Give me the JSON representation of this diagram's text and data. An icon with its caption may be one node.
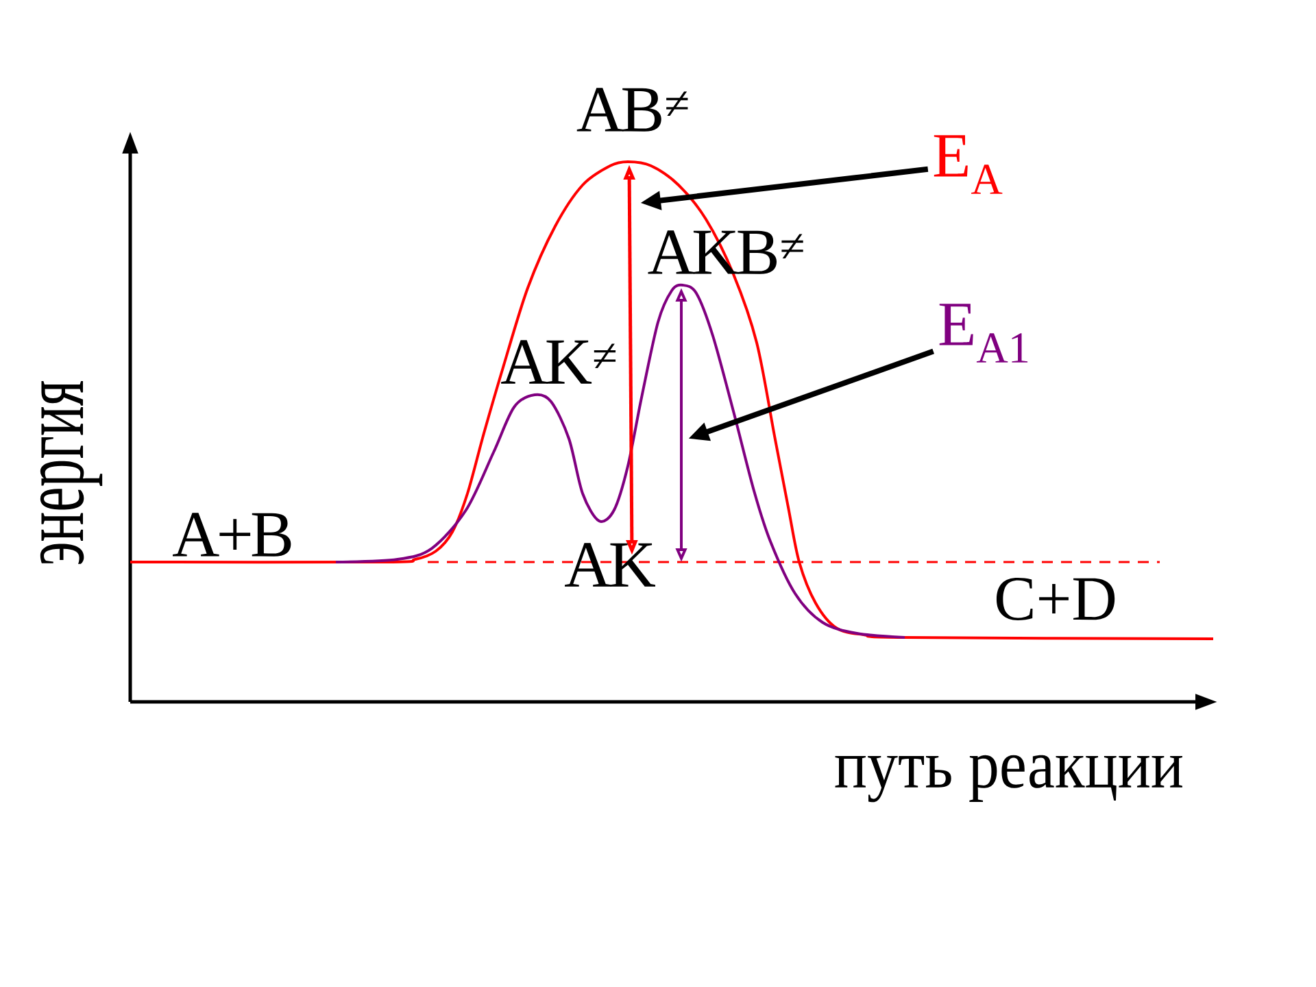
{
  "diagram": {
    "nodes": [
      {
        "text": [
          "E$_{A}$"
        ]
      },
      {
        "text": [
          "E$_{A1}$"
        ]
      }
    ],
    "edges": [
      {
        "from": 0,
        "to": null,
        "arrow": "to"
      },
      {
        "from": 1,
        "to": null,
        "arrow": "to"
      }
    ],
    "labels": [
      "AB$^{≠}$",
      "AKB$^{≠}$",
      "AK$^{≠}$",
      "A+B",
      "AK",
      "C+D",
      "энергия",
      "путь реакции"
    ]
  }
}
